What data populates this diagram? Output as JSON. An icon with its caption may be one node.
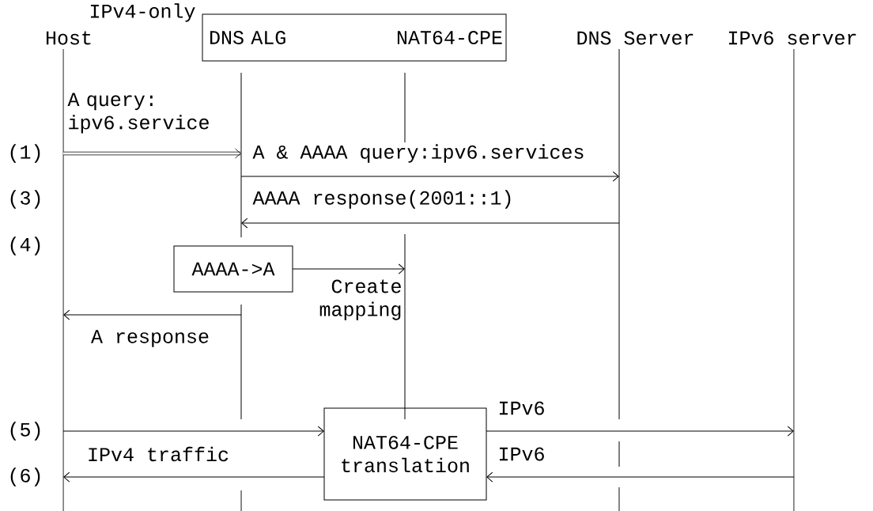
{
  "diagram": {
    "nodes": [
      {
        "text": [
          "Host"
        ]
      },
      {
        "text": [
          "DNS ALG",
          "NAT64-CPE"
        ]
      },
      {
        "text": [
          "DNS Server"
        ]
      },
      {
        "text": [
          "IPv6 server"
        ]
      },
      {
        "text": [
          "AAAA->A"
        ]
      },
      {
        "text": [
          "NAT64-CPE translation"
        ]
      }
    ],
    "edges": [
      {
        "from": 0,
        "to": 1,
        "arrow": "to",
        "label": "A query: ipv6.service",
        "style": "thick"
      },
      {
        "from": 1,
        "to": 2,
        "arrow": "to",
        "label": "A & AAAA query:ipv6.services"
      },
      {
        "from": 2,
        "to": 1,
        "arrow": "to",
        "label": "AAAA response(2001::1)"
      },
      {
        "from": 4,
        "to": 1,
        "arrow": "to",
        "label": "Create mapping"
      },
      {
        "from": 1,
        "to": 0,
        "arrow": "to",
        "label": "A response"
      },
      {
        "from": 0,
        "to": 5,
        "arrow": "to",
        "label": "IPv4 traffic"
      },
      {
        "from": 5,
        "to": 0,
        "arrow": "to"
      },
      {
        "from": 5,
        "to": 3,
        "arrow": "to",
        "label": "IPv6"
      },
      {
        "from": 3,
        "to": 5,
        "arrow": "to",
        "label": "IPv6"
      }
    ],
    "labels": [
      "IPv4-only",
      "(1)",
      "(3)",
      "(4)",
      "(5)",
      "(6)"
    ]
  }
}
